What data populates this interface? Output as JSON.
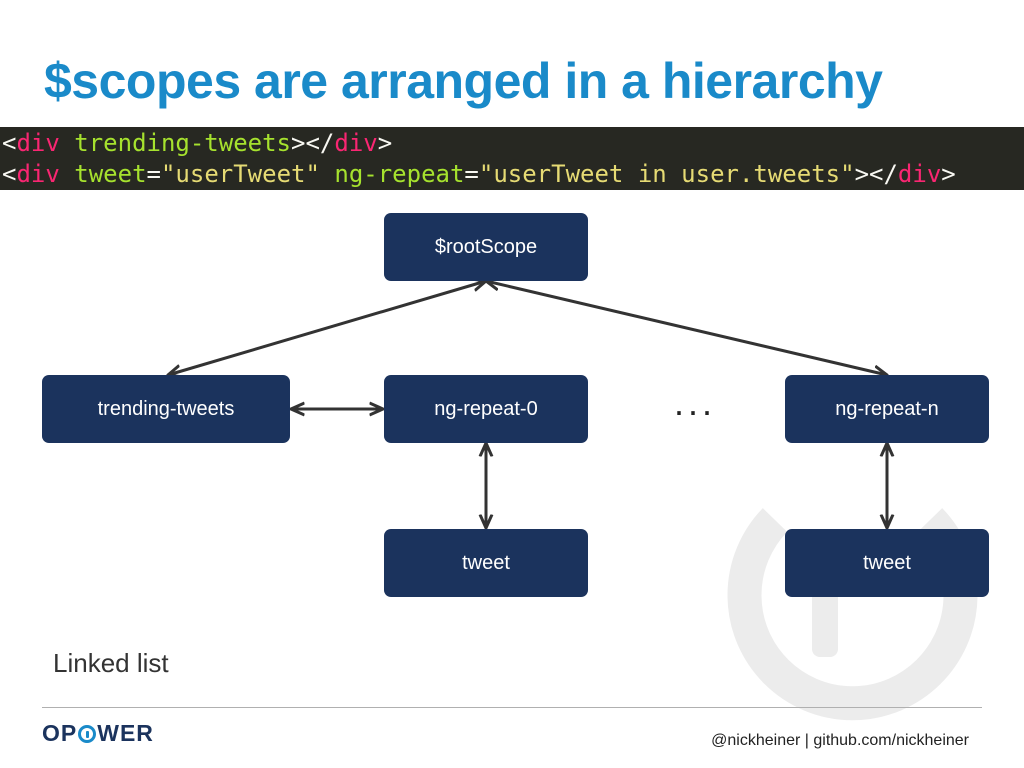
{
  "slide": {
    "title": "$scopes are arranged in a hierarchy",
    "caption": "Linked list",
    "ellipsis": "...",
    "footer": "@nickheiner | github.com/nickheiner",
    "logo": {
      "left": "OP",
      "right": "WER"
    }
  },
  "code": {
    "line1": [
      {
        "cls": "punct",
        "text": "<"
      },
      {
        "cls": "tag",
        "text": "div"
      },
      {
        "cls": "punct",
        "text": " "
      },
      {
        "cls": "attr",
        "text": "trending-tweets"
      },
      {
        "cls": "punct",
        "text": "></"
      },
      {
        "cls": "tag",
        "text": "div"
      },
      {
        "cls": "punct",
        "text": ">"
      }
    ],
    "line2": [
      {
        "cls": "punct",
        "text": "<"
      },
      {
        "cls": "tag",
        "text": "div"
      },
      {
        "cls": "punct",
        "text": " "
      },
      {
        "cls": "attr",
        "text": "tweet"
      },
      {
        "cls": "punct",
        "text": "="
      },
      {
        "cls": "str",
        "text": "\"userTweet\""
      },
      {
        "cls": "punct",
        "text": " "
      },
      {
        "cls": "attr",
        "text": "ng-repeat"
      },
      {
        "cls": "punct",
        "text": "="
      },
      {
        "cls": "str",
        "text": "\"userTweet in user.tweets\""
      },
      {
        "cls": "punct",
        "text": "></"
      },
      {
        "cls": "tag",
        "text": "div"
      },
      {
        "cls": "punct",
        "text": ">"
      }
    ]
  },
  "diagram": {
    "nodes": {
      "root": "$rootScope",
      "trending": "trending-tweets",
      "repeat0": "ng-repeat-0",
      "repeatN": "ng-repeat-n",
      "tweet0": "tweet",
      "tweetN": "tweet"
    },
    "edges": [
      {
        "from": "root",
        "to": "trending"
      },
      {
        "from": "root",
        "to": "repeatN"
      },
      {
        "from": "trending",
        "to": "repeat0"
      },
      {
        "from": "repeat0",
        "to": "tweet0"
      },
      {
        "from": "repeatN",
        "to": "tweetN"
      }
    ]
  },
  "colors": {
    "title": "#1a8ac9",
    "node": "#1b335d",
    "code_background": "#272822",
    "code_tag": "#f92672",
    "code_attr": "#a6e22e",
    "code_string": "#e6db74"
  }
}
